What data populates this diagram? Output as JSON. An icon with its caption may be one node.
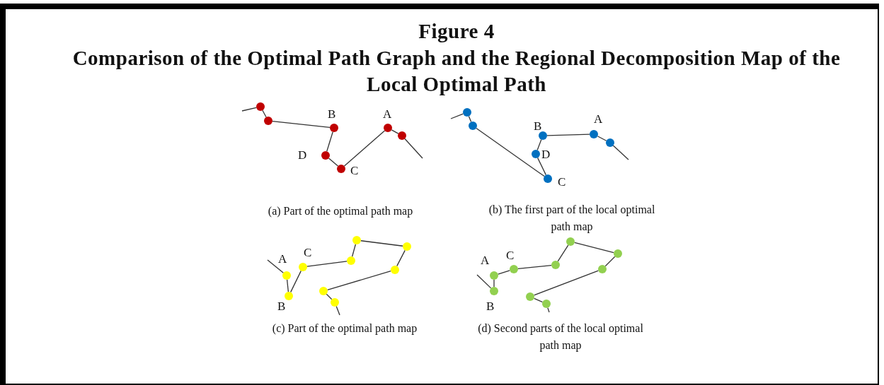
{
  "diagram": {
    "title": "Figure 4",
    "nodes": [
      {
        "text": [],
        "shape": "circle"
      },
      {
        "text": [],
        "shape": "circle"
      },
      {
        "text": [],
        "shape": "circle",
        "beside": [
          "B"
        ]
      },
      {
        "text": [],
        "shape": "circle",
        "beside": [
          "D"
        ]
      },
      {
        "text": [],
        "shape": "circle",
        "beside": [
          "C"
        ]
      },
      {
        "text": [],
        "shape": "circle",
        "beside": [
          "A"
        ]
      },
      {
        "text": [],
        "shape": "circle"
      },
      {
        "text": [],
        "shape": "circle"
      },
      {
        "text": [],
        "shape": "circle"
      },
      {
        "text": [],
        "shape": "circle",
        "beside": [
          "B"
        ]
      },
      {
        "text": [],
        "shape": "circle",
        "beside": [
          "D"
        ]
      },
      {
        "text": [],
        "shape": "circle",
        "beside": [
          "C"
        ]
      },
      {
        "text": [],
        "shape": "circle",
        "beside": [
          "A"
        ]
      },
      {
        "text": [],
        "shape": "circle"
      },
      {
        "text": [],
        "shape": "circle",
        "beside": [
          "A"
        ]
      },
      {
        "text": [],
        "shape": "circle",
        "beside": [
          "B"
        ]
      },
      {
        "text": [],
        "shape": "circle",
        "beside": [
          "C"
        ]
      },
      {
        "text": [],
        "shape": "circle"
      },
      {
        "text": [],
        "shape": "circle"
      },
      {
        "text": [],
        "shape": "circle"
      },
      {
        "text": [],
        "shape": "circle"
      },
      {
        "text": [],
        "shape": "circle"
      },
      {
        "text": [],
        "shape": "circle"
      },
      {
        "text": [],
        "shape": "circle",
        "beside": [
          "A"
        ]
      },
      {
        "text": [],
        "shape": "circle",
        "beside": [
          "B"
        ]
      },
      {
        "text": [],
        "shape": "circle",
        "beside": [
          "C"
        ]
      },
      {
        "text": [],
        "shape": "circle"
      },
      {
        "text": [],
        "shape": "circle"
      },
      {
        "text": [],
        "shape": "circle"
      },
      {
        "text": [],
        "shape": "circle"
      },
      {
        "text": [],
        "shape": "circle"
      },
      {
        "text": [],
        "shape": "circle"
      }
    ],
    "edges": [
      {
        "from": null,
        "to": 0,
        "arrow": "none"
      },
      {
        "from": 0,
        "to": 1,
        "arrow": "none"
      },
      {
        "from": 1,
        "to": 2,
        "arrow": "none"
      },
      {
        "from": 2,
        "to": 3,
        "arrow": "none"
      },
      {
        "from": 3,
        "to": 4,
        "arrow": "none"
      },
      {
        "from": 4,
        "to": 5,
        "arrow": "none"
      },
      {
        "from": 5,
        "to": 6,
        "arrow": "none"
      },
      {
        "from": 6,
        "to": null,
        "arrow": "none"
      },
      {
        "from": null,
        "to": 7,
        "arrow": "none"
      },
      {
        "from": 7,
        "to": 8,
        "arrow": "none"
      },
      {
        "from": 8,
        "to": 11,
        "arrow": "none"
      },
      {
        "from": 11,
        "to": 10,
        "arrow": "none"
      },
      {
        "from": 10,
        "to": 9,
        "arrow": "none"
      },
      {
        "from": 9,
        "to": 12,
        "arrow": "none"
      },
      {
        "from": 12,
        "to": 13,
        "arrow": "none"
      },
      {
        "from": 13,
        "to": null,
        "arrow": "none"
      },
      {
        "from": null,
        "to": 14,
        "arrow": "none"
      },
      {
        "from": 14,
        "to": 15,
        "arrow": "none"
      },
      {
        "from": 15,
        "to": 16,
        "arrow": "none"
      },
      {
        "from": 16,
        "to": 17,
        "arrow": "none"
      },
      {
        "from": 17,
        "to": 18,
        "arrow": "none"
      },
      {
        "from": 18,
        "to": 19,
        "arrow": "none"
      },
      {
        "from": 19,
        "to": 20,
        "arrow": "none"
      },
      {
        "from": 20,
        "to": 21,
        "arrow": "none"
      },
      {
        "from": 21,
        "to": 22,
        "arrow": "none"
      },
      {
        "from": 22,
        "to": null,
        "arrow": "none"
      },
      {
        "from": null,
        "to": 24,
        "arrow": "none"
      },
      {
        "from": 24,
        "to": 23,
        "arrow": "none"
      },
      {
        "from": 23,
        "to": 25,
        "arrow": "none"
      },
      {
        "from": 25,
        "to": 26,
        "arrow": "none"
      },
      {
        "from": 26,
        "to": 27,
        "arrow": "none"
      },
      {
        "from": 27,
        "to": 28,
        "arrow": "none"
      },
      {
        "from": 28,
        "to": 29,
        "arrow": "none"
      },
      {
        "from": 29,
        "to": 30,
        "arrow": "none"
      },
      {
        "from": 30,
        "to": 31,
        "arrow": "none"
      },
      {
        "from": 31,
        "to": null,
        "arrow": "none"
      }
    ],
    "labels": [
      "Comparison of the Optimal Path Graph and the Regional Decomposition Map of the Local Optimal Path",
      "(a) Part of the optimal path map",
      "(b) The first part of the local optimal path map",
      "(c) Part of the optimal path map",
      "(d) Second parts of the local optimal path map"
    ]
  }
}
